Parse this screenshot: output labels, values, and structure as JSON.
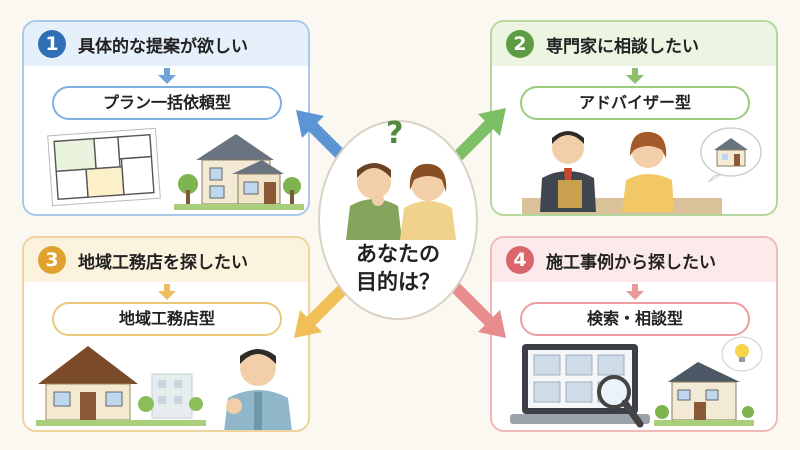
{
  "panels": [
    {
      "number": "1",
      "title": "具体的な提案が欲しい",
      "type": "プラン一括依頼型",
      "color": "#3b7fc4"
    },
    {
      "number": "2",
      "title": "専門家に相談したい",
      "type": "アドバイザー型",
      "color": "#6aa84f"
    },
    {
      "number": "3",
      "title": "地域工務店を探したい",
      "type": "地域工務店型",
      "color": "#e6a93a"
    },
    {
      "number": "4",
      "title": "施工事例から探したい",
      "type": "検索・相談型",
      "color": "#e07a7a"
    }
  ],
  "center": {
    "line1": "あなたの",
    "line2": "目的は？",
    "question_mark": "?"
  },
  "icons": [
    "floor-plan-icon",
    "house-icon",
    "advisor-icon",
    "lightbulb-icon",
    "magnifier-icon",
    "laptop-icon"
  ]
}
